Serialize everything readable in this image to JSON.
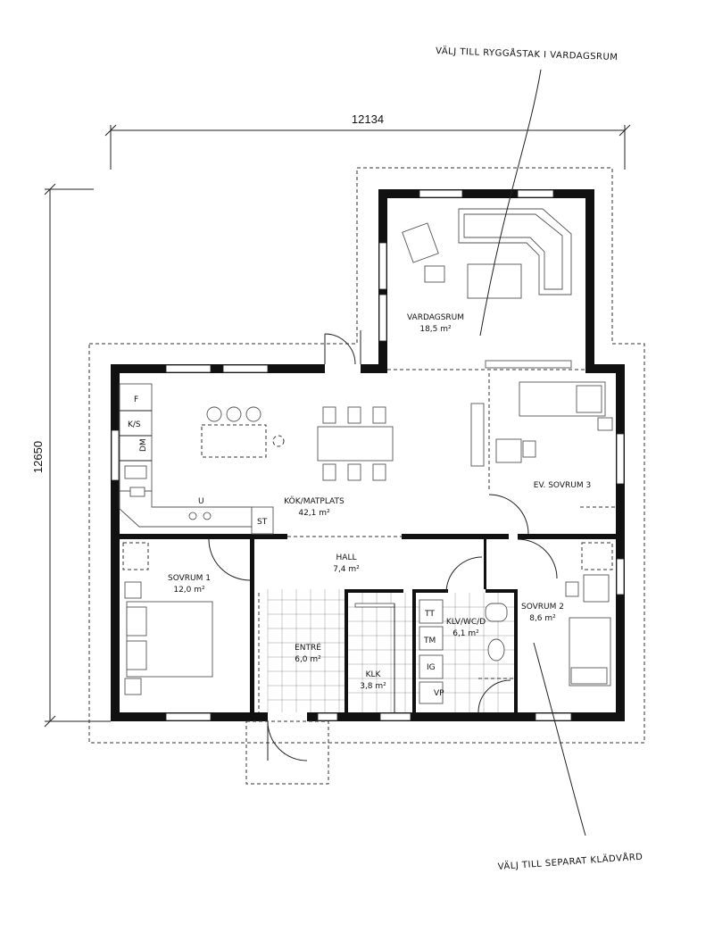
{
  "annotations": {
    "top_note": "VÄLJ TILL RYGGÅSTAK I VARDAGSRUM",
    "bottom_note": "VÄLJ TILL SEPARAT KLÄDVÅRD"
  },
  "dimensions": {
    "width": "12134",
    "height": "12650"
  },
  "rooms": {
    "vardagsrum": {
      "name": "VARDAGSRUM",
      "area": "18,5 m²"
    },
    "kok": {
      "name": "KÖK/MATPLATS",
      "area": "42,1 m²"
    },
    "sovrum3": {
      "name": "EV. SOVRUM 3"
    },
    "hall": {
      "name": "HALL",
      "area": "7,4 m²"
    },
    "sovrum1": {
      "name": "SOVRUM 1",
      "area": "12,0 m²"
    },
    "entre": {
      "name": "ENTRÉ",
      "area": "6,0 m²"
    },
    "klk": {
      "name": "KLK",
      "area": "3,8 m²"
    },
    "klv": {
      "name": "KLV/WC/D",
      "area": "6,1 m²"
    },
    "sovrum2": {
      "name": "SOVRUM 2",
      "area": "8,6 m²"
    }
  },
  "fixtures": {
    "f": "F",
    "ks": "K/S",
    "dm": "DM",
    "u": "U",
    "st": "ST",
    "tt": "TT",
    "tm": "TM",
    "ig": "IG",
    "vp": "VP"
  }
}
